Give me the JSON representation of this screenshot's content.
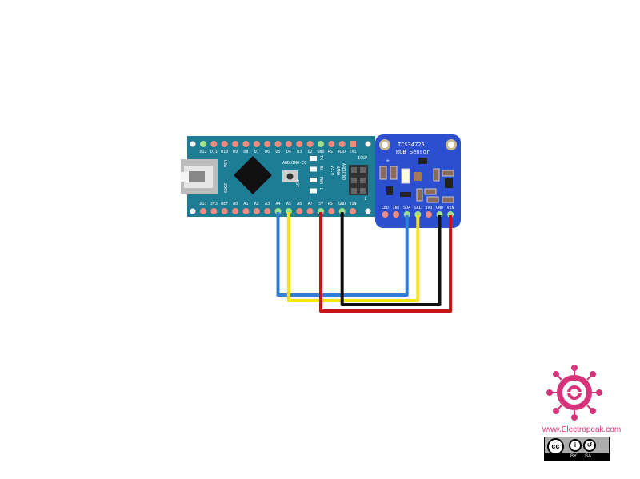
{
  "arduino": {
    "top_pins": [
      "D12",
      "D11",
      "D10",
      "D9",
      "D8",
      "D7",
      "D6",
      "D5",
      "D4",
      "D3",
      "D2",
      "GND",
      "RST",
      "RXD",
      "TX1"
    ],
    "bottom_pins": [
      "D13",
      "3V3",
      "REF",
      "A0",
      "A1",
      "A2",
      "A3",
      "A4",
      "A5",
      "A6",
      "A7",
      "5V",
      "RST",
      "GND",
      "VIN"
    ],
    "brand": "ARDUINO-CC",
    "model_line1": "ARDUINO",
    "model_line2": "NANO",
    "model_line3": "V3.0",
    "icsp": "ICSP",
    "icsp_pin1": "1",
    "usa": "USA",
    "year": "2009",
    "rst": "RST",
    "leds": [
      "TX",
      "RX",
      "PWR",
      "L"
    ]
  },
  "sensor": {
    "title": "TCS34725",
    "subtitle": "RGB Sensor",
    "pins": [
      "LED",
      "INT",
      "SDA",
      "SCL",
      "3V3",
      "GND",
      "VIN"
    ]
  },
  "wires": [
    {
      "from": "A4",
      "to": "SDA",
      "color": "#2f7fd6"
    },
    {
      "from": "A5",
      "to": "SCL",
      "color": "#f5e50f"
    },
    {
      "from": "5V",
      "to": "VIN",
      "color": "#c81414"
    },
    {
      "from": "GND",
      "to": "GND",
      "color": "#111111"
    }
  ],
  "logo": {
    "website": "www.Electropeak.com",
    "license_by": "BY",
    "license_sa": "SA",
    "cc": "cc",
    "color": "#d6337a"
  }
}
